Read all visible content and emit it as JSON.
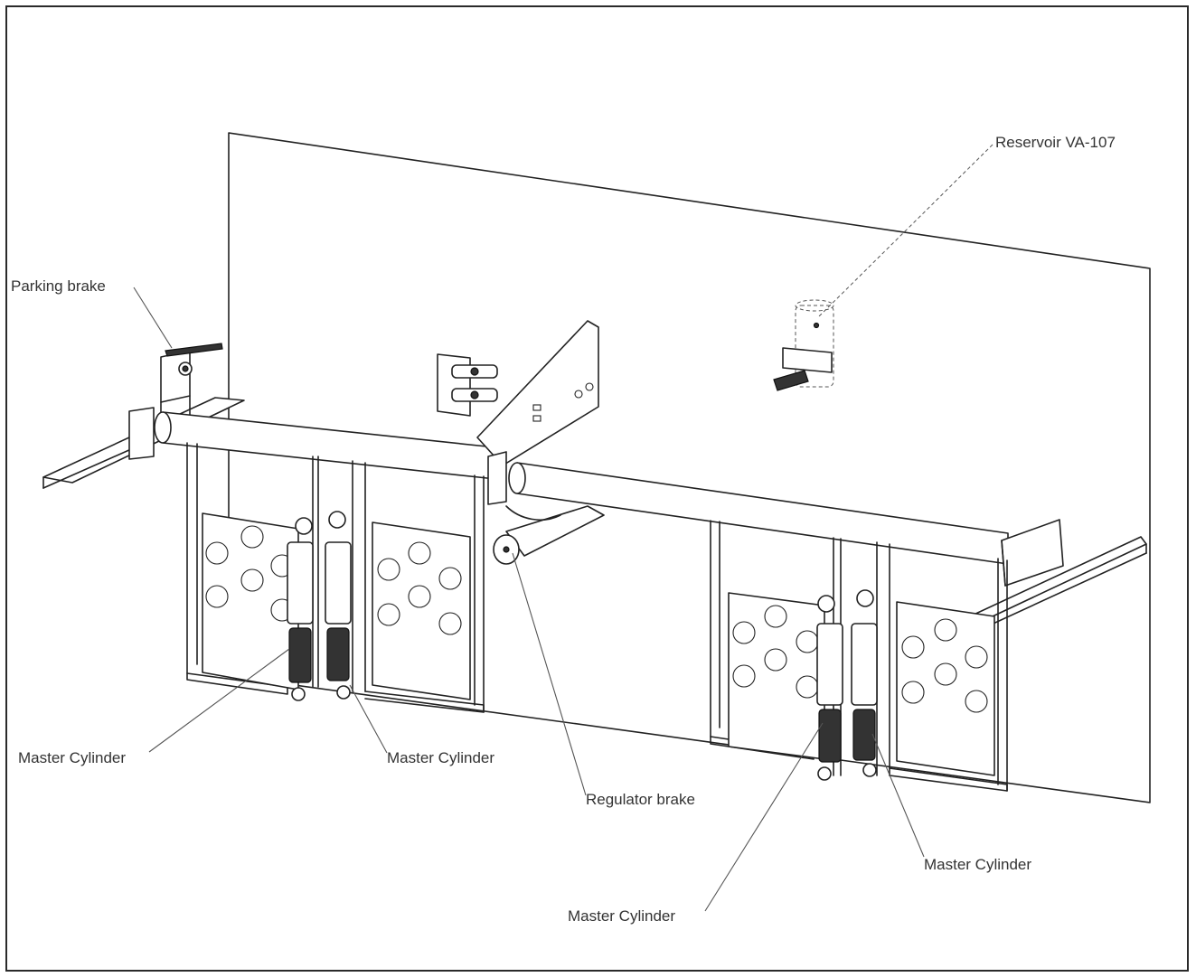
{
  "labels": {
    "reservoir": "Reservoir VA-107",
    "parking_brake": "Parking brake",
    "master_cylinder_1": "Master Cylinder",
    "master_cylinder_2": "Master Cylinder",
    "regulator_brake": "Regulator brake",
    "master_cylinder_3": "Master Cylinder",
    "master_cylinder_4": "Master Cylinder"
  }
}
